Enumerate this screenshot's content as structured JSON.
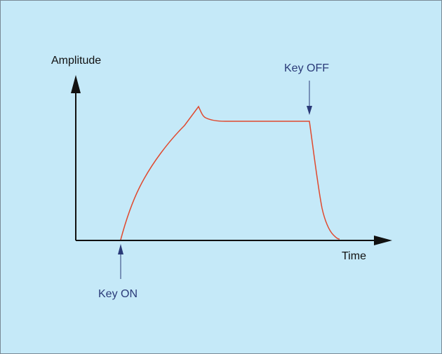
{
  "colors": {
    "background": "#c5e9f8",
    "axis": "#111111",
    "curve": "#e0492e",
    "marker": "#2a3a78",
    "axis_label": "#111111"
  },
  "labels": {
    "y_axis": "Amplitude",
    "x_axis": "Time",
    "key_on": "Key ON",
    "key_off": "Key OFF"
  }
}
